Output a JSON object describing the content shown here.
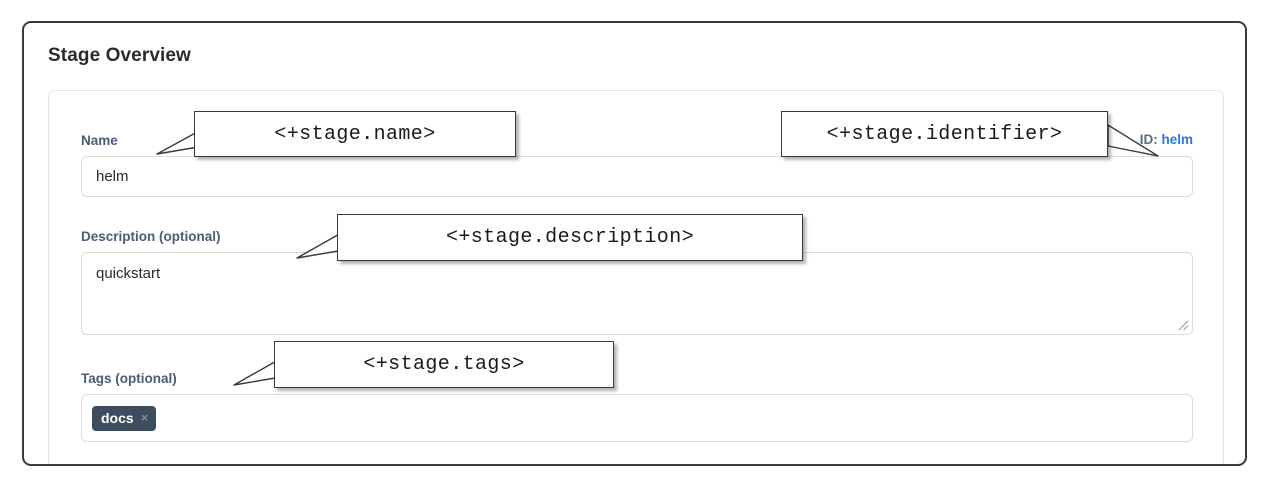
{
  "section": {
    "heading": "Stage Overview"
  },
  "form": {
    "name": {
      "label": "Name",
      "value": "helm",
      "placeholder": ""
    },
    "identifier": {
      "prefix": "ID:",
      "value": "helm"
    },
    "description": {
      "label": "Description (optional)",
      "value": "quickstart",
      "placeholder": ""
    },
    "tags": {
      "label": "Tags (optional)",
      "chips": [
        {
          "label": "docs",
          "remove_glyph": "×"
        }
      ]
    }
  },
  "callouts": [
    {
      "id": "name",
      "text": "<+stage.name>"
    },
    {
      "id": "identifier",
      "text": "<+stage.identifier>"
    },
    {
      "id": "description",
      "text": "<+stage.description>"
    },
    {
      "id": "tags",
      "text": "<+stage.tags>"
    }
  ],
  "colors": {
    "label": "#4a5d75",
    "link": "#2a7ae2",
    "chip_bg": "#3d4d5d",
    "frame_border": "#3a3a3a",
    "input_border": "#dcdcdc"
  }
}
